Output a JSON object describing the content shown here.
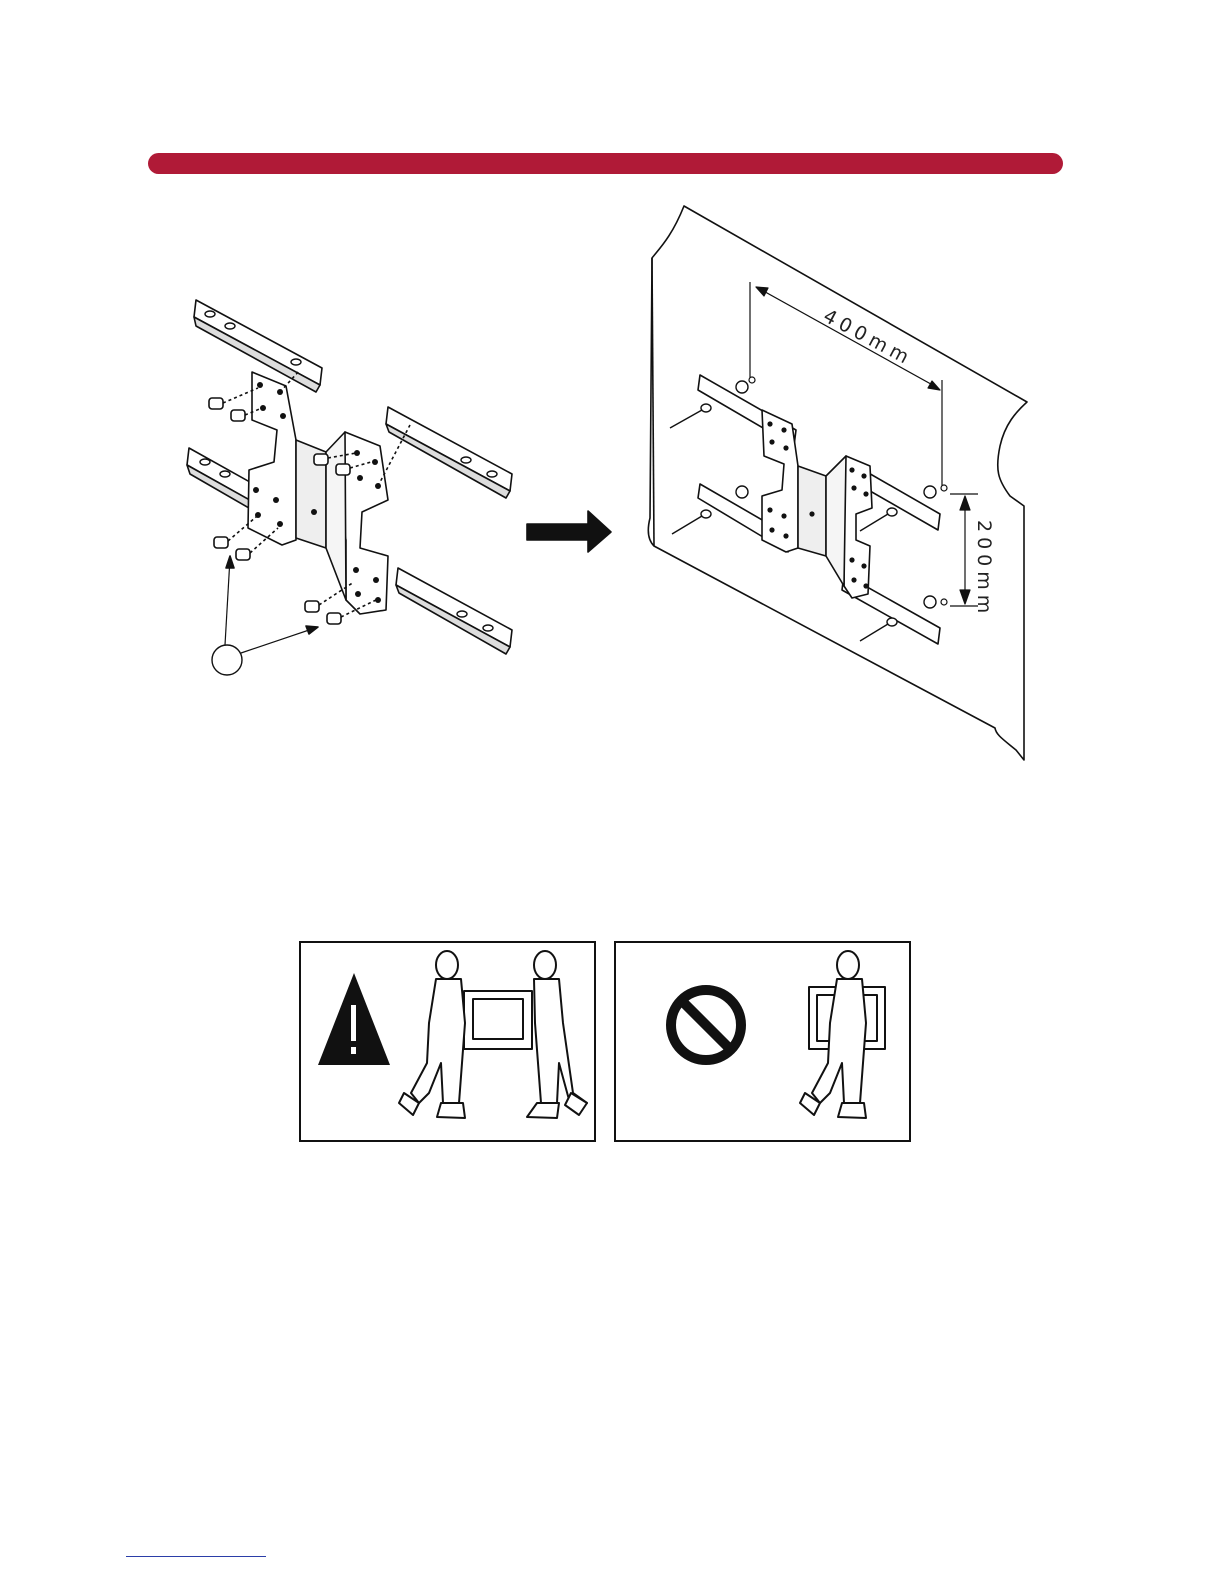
{
  "colors": {
    "accent_bar": "#b01a37",
    "line": "#111111",
    "link_underline": "#2b3ea8"
  },
  "figure": {
    "callout_label": "",
    "dimension_horizontal": "400mm",
    "dimension_vertical": "200mm"
  },
  "warning_panels": [
    {
      "icon": "warning-triangle-icon",
      "meaning": "",
      "illustration": "two-persons-carrying-tv"
    },
    {
      "icon": "prohibition-icon",
      "meaning": "",
      "illustration": "one-person-carrying-tv"
    }
  ]
}
